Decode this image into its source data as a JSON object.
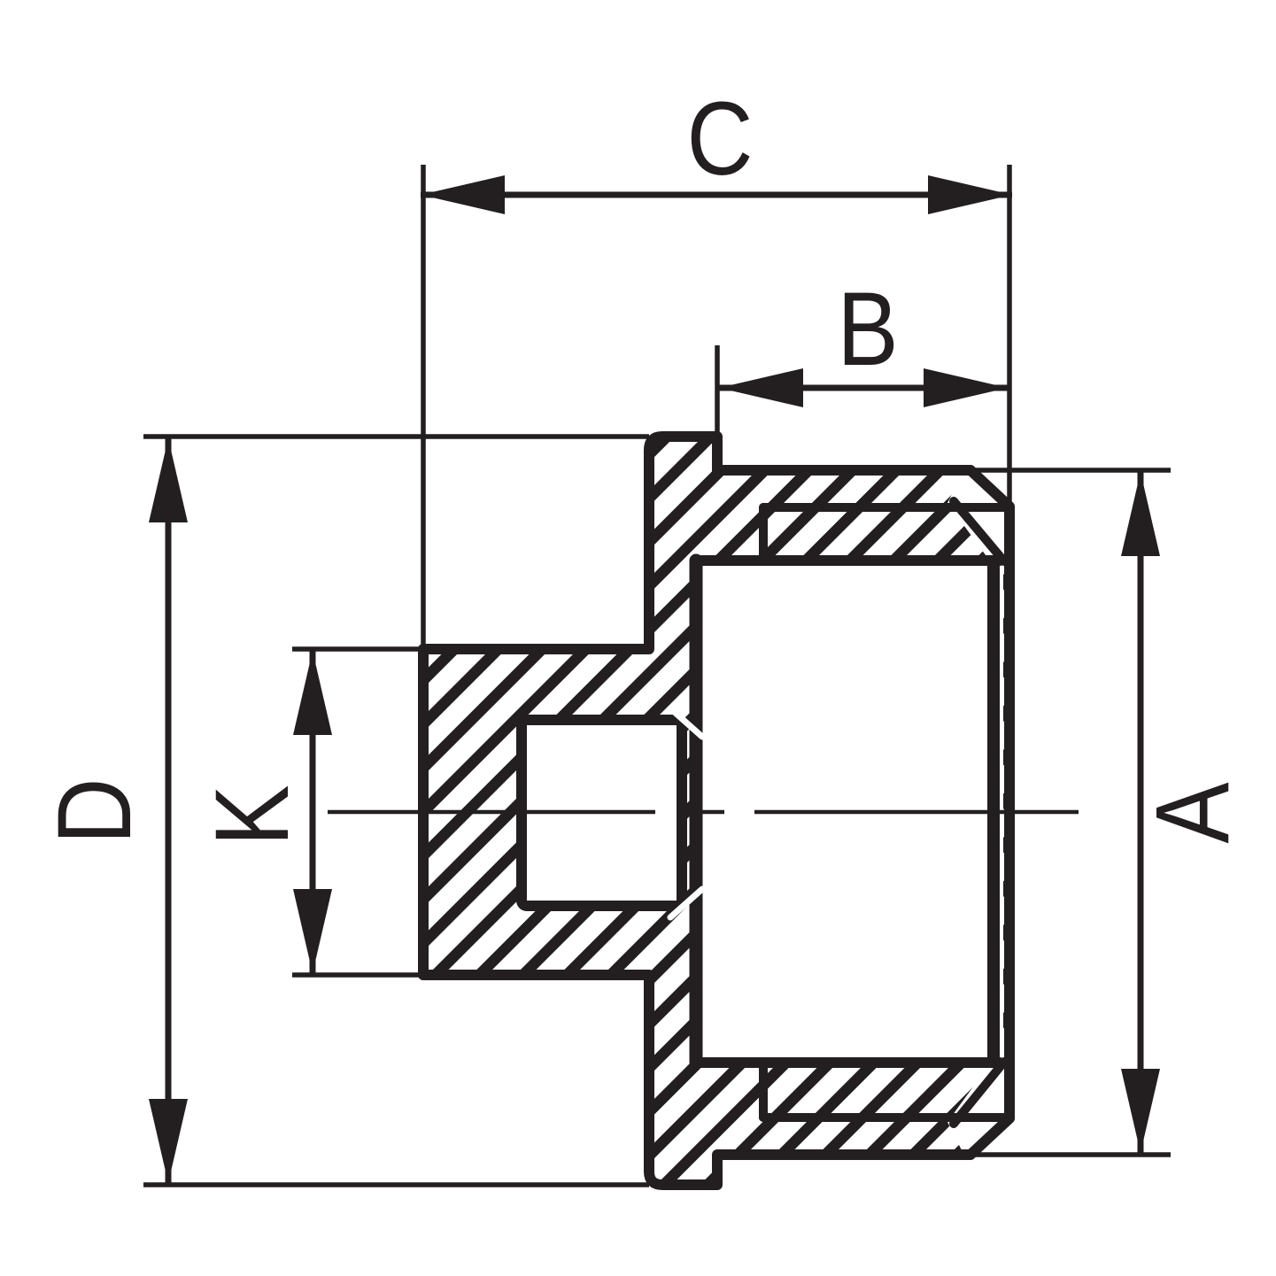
{
  "page": {
    "background": "#ffffff"
  },
  "drawing": {
    "type": "technical-cross-section",
    "description": "Sectioned pipe reducing fitting with hatched cut surfaces",
    "ink_color": "#231f20",
    "dimension_labels": {
      "c": "C",
      "b": "B",
      "d": "D",
      "k": "K",
      "a": "A"
    }
  }
}
